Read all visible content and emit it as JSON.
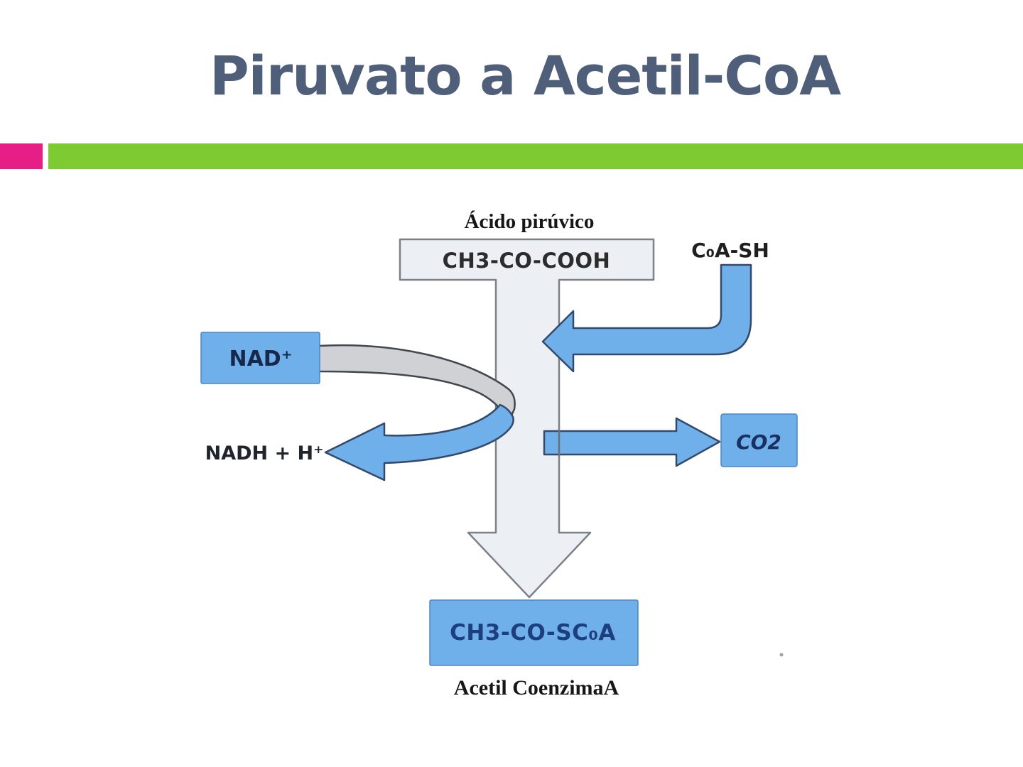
{
  "slide": {
    "title": "Piruvato a Acetil-CoA",
    "colors": {
      "title_text": "#4f5e79",
      "accent_pink": "#e51f85",
      "accent_green": "#7dca33",
      "box_blue": "#6fb0ea",
      "big_arrow_fill": "#eceff4",
      "big_arrow_stroke": "#7b8089",
      "ribbon_gray_fill": "#cfd1d4",
      "arrow_blue_stroke": "#34496b",
      "formula_navy": "#1d3f7e"
    }
  },
  "diagram": {
    "acido_piruvico_label": "Ácido pirúvico",
    "piruvato_formula": "CH3-CO-COOH",
    "coa_sh_label": "C₀A-SH",
    "nad_label": "NAD⁺",
    "nadh_label": "NADH + H⁺",
    "co2_label": "CO2",
    "acetil_coa_formula": "CH3-CO-SC₀A",
    "acetil_coenzima_label": "Acetil CoenzimaA"
  }
}
